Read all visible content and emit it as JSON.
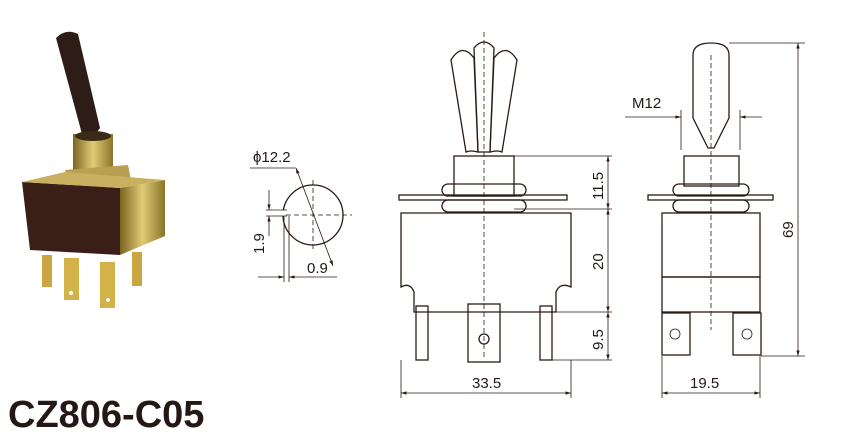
{
  "title": "CZ806-C05",
  "dimensions": {
    "hole_diameter": "ϕ12.2",
    "key_height": "1.9",
    "key_width": "0.9",
    "bushing_height": "11.5",
    "body_height": "20",
    "terminal_height": "9.5",
    "body_width": "33.5",
    "thread": "M12",
    "total_height": "69",
    "side_width": "19.5"
  },
  "colors": {
    "line": "#2a1a14",
    "brass": "#b59a3c",
    "body": "#3a1f18"
  }
}
